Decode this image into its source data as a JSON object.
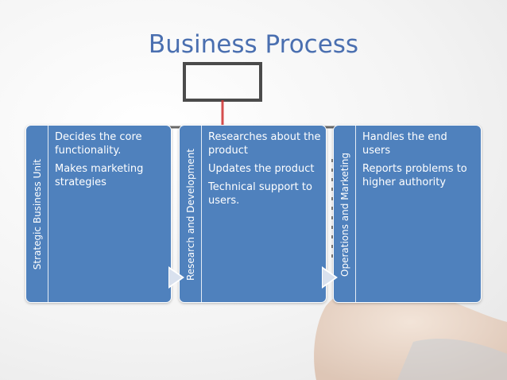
{
  "slide": {
    "title": "Business Process"
  },
  "colors": {
    "title": "#4a6fb0",
    "box_fill": "#4f81bd",
    "box_text": "#ffffff"
  },
  "columns": [
    {
      "label": "Strategic Business Unit",
      "items": [
        "Decides the core functionality.",
        "Makes marketing strategies"
      ]
    },
    {
      "label": "Research and Development",
      "items": [
        "Researches about the product",
        "Updates the product",
        "Technical support to users."
      ]
    },
    {
      "label": "Operations and Marketing",
      "items": [
        "Handles the end users",
        "Reports problems to higher authority"
      ]
    }
  ]
}
